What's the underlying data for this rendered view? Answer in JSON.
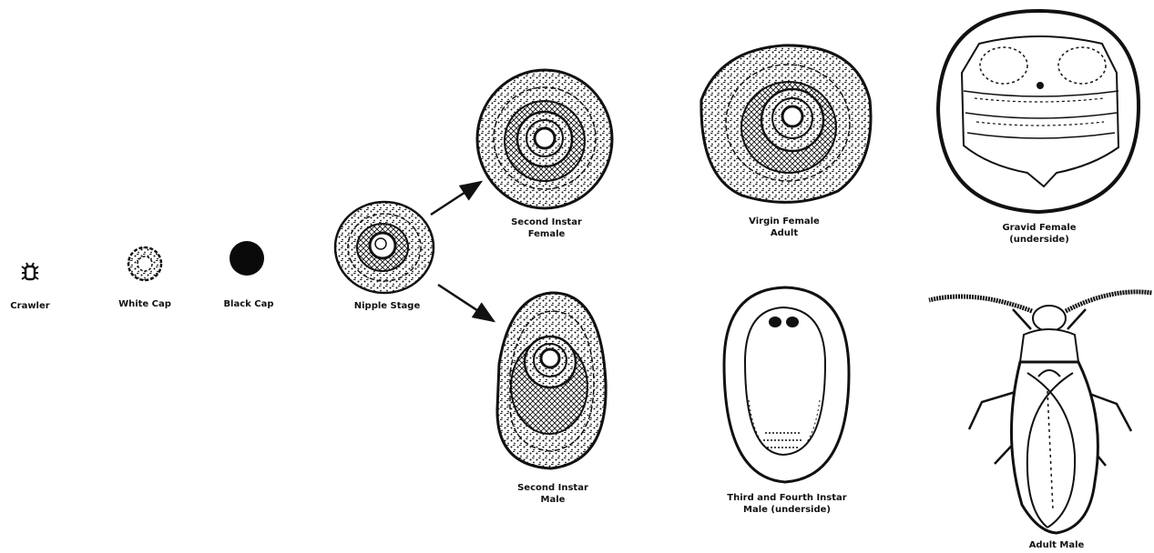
{
  "stages": {
    "crawler": "Crawler",
    "white_cap": "White Cap",
    "black_cap": "Black Cap",
    "nipple": "Nipple Stage",
    "second_female": [
      "Second Instar",
      "Female"
    ],
    "virgin_female": [
      "Virgin Female",
      "Adult"
    ],
    "gravid_female": [
      "Gravid Female",
      "(underside)"
    ],
    "second_male": [
      "Second Instar",
      "Male"
    ],
    "third_fourth_male": [
      "Third and Fourth Instar",
      "Male (underside)"
    ],
    "adult_male": "Adult Male"
  },
  "colors": {
    "ink": "#111111",
    "background": "#ffffff"
  }
}
